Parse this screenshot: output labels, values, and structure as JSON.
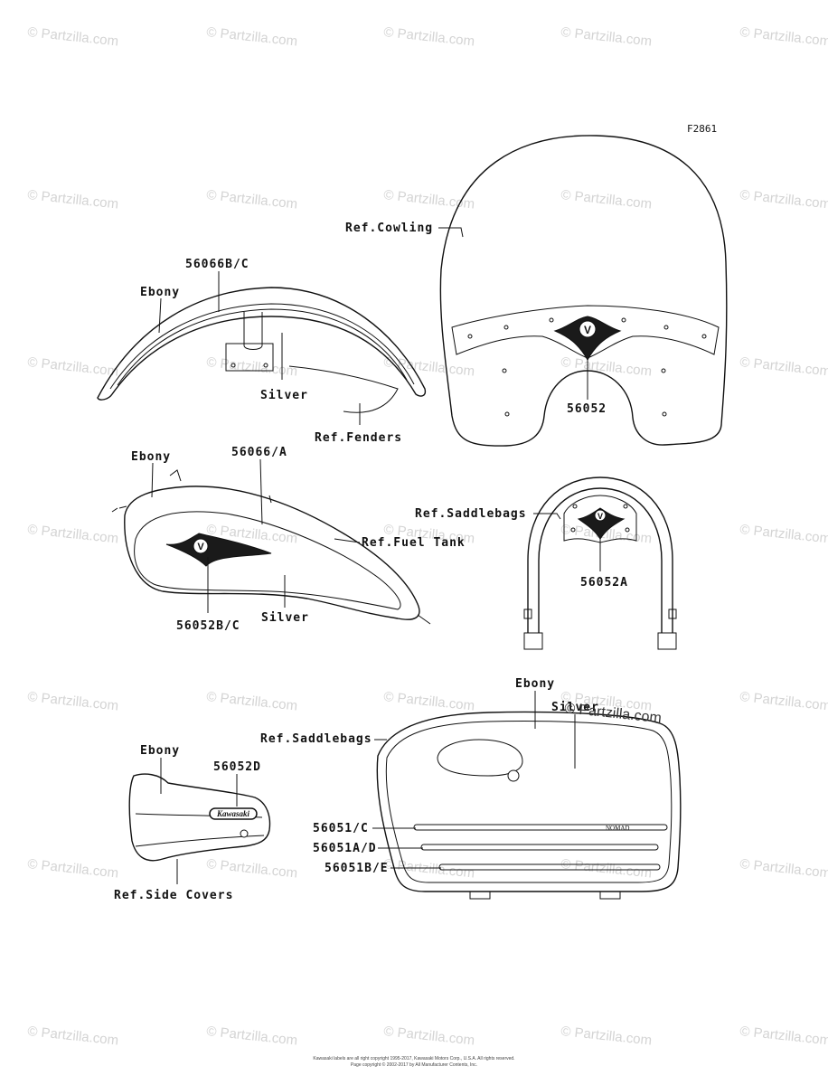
{
  "figure_code": "F2861",
  "watermark_text": "© Partzilla.com",
  "footer_lines": [
    "Kawasaki labels are all right copyright 1995-2017, Kawasaki Motors Corp., U.S.A. All rights reserved.",
    "Page copyright © 2002-2017 by All Manufacturer Contents, Inc."
  ],
  "emblem_text": "Kawasaki",
  "saddlebag_mark": "NOMAD",
  "labels": {
    "ref_cowling": "Ref.Cowling",
    "p56066bc": "56066B/C",
    "fender_ebony": "Ebony",
    "fender_silver": "Silver",
    "ref_fenders": "Ref.Fenders",
    "p56052": "56052",
    "tank_ebony": "Ebony",
    "p56066a": "56066/A",
    "ref_fuel_tank": "Ref.Fuel Tank",
    "tank_silver": "Silver",
    "p56052bc": "56052B/C",
    "ref_saddlebags_rack": "Ref.Saddlebags",
    "p56052a": "56052A",
    "bag_ebony": "Ebony",
    "bag_silver": "Silver",
    "ref_saddlebags_bag": "Ref.Saddlebags",
    "p56051c": "56051/C",
    "p56051ad": "56051A/D",
    "p56051be": "56051B/E",
    "cover_ebony": "Ebony",
    "p56052d": "56052D",
    "ref_side_covers": "Ref.Side Covers"
  }
}
